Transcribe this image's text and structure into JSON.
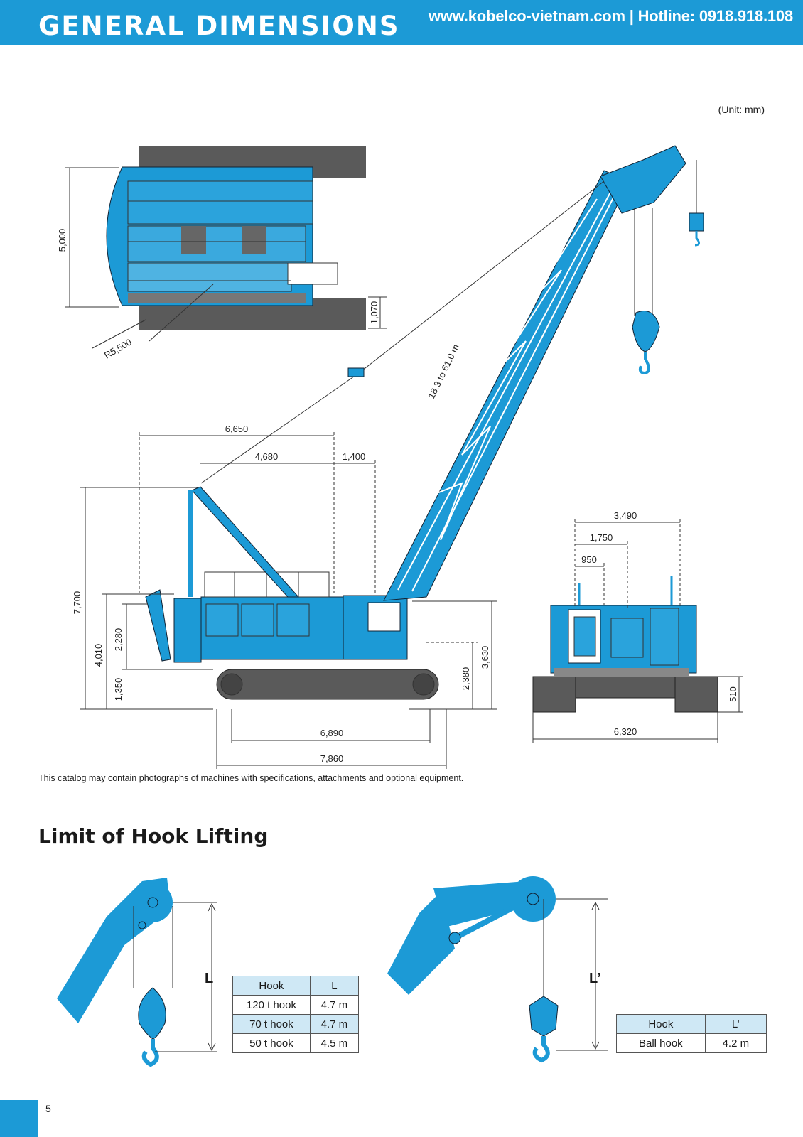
{
  "header": {
    "title": "GENERAL DIMENSIONS",
    "contact": "www.kobelco-vietnam.com | Hotline: 0918.918.108"
  },
  "unit_note": "(Unit: mm)",
  "dimensions": {
    "top_view": [
      "5,000",
      "1,070",
      "R5,500"
    ],
    "side_view": [
      "6,650",
      "4,680",
      "1,400",
      "18.3 to 61.0 m",
      "7,700",
      "4,010",
      "2,280",
      "1,350",
      "2,380",
      "3,630",
      "6,890",
      "7,860"
    ],
    "rear_view": [
      "3,490",
      "1,750",
      "950",
      "510",
      "6,320"
    ]
  },
  "disclaimer": "This catalog may contain photographs of machines with specifications, attachments and optional equipment.",
  "limit_section": {
    "title": "Limit of Hook Lifting",
    "label_l": "L",
    "label_l_prime": "L’",
    "table1": {
      "headers": [
        "Hook",
        "L"
      ],
      "rows": [
        [
          "120 t hook",
          "4.7 m"
        ],
        [
          "70 t hook",
          "4.7 m"
        ],
        [
          "50 t hook",
          "4.5 m"
        ]
      ]
    },
    "table2": {
      "headers": [
        "Hook",
        "L’"
      ],
      "rows": [
        [
          "Ball hook",
          "4.2 m"
        ]
      ]
    }
  },
  "page_number": "5",
  "colors": {
    "brand_blue": "#1c9ad6",
    "track_gray": "#5a5a5a",
    "table_tint": "#cfe8f5"
  }
}
